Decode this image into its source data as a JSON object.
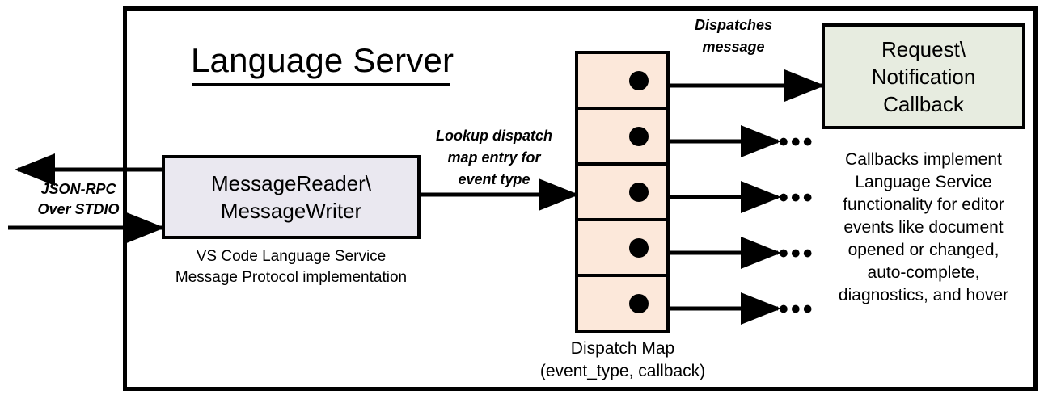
{
  "diagram": {
    "title": "Language Server",
    "title_underlined": true,
    "outer_frame_label": "Language Server boundary"
  },
  "external_io": {
    "label": "JSON-RPC\nOver STDIO",
    "inbound_arrow": "arrow-right-into-message-reader",
    "outbound_arrow": "arrow-left-out-of-language-server"
  },
  "message_component": {
    "title": "MessageReader\\\nMessageWriter",
    "caption": "VS Code Language Service\nMessage Protocol implementation",
    "fill_color": "#eae8f0",
    "border_color": "#000000"
  },
  "lookup_edge": {
    "label": "Lookup dispatch\nmap entry for\nevent type"
  },
  "dispatch_map": {
    "caption": "Dispatch Map\n(event_type, callback)",
    "fill_color": "#fce8da",
    "border_color": "#000000",
    "row_count": 5,
    "rows": [
      {
        "marker": "callback-dot",
        "target": "Request\\Notification Callback"
      },
      {
        "marker": "callback-dot",
        "target": "..."
      },
      {
        "marker": "callback-dot",
        "target": "..."
      },
      {
        "marker": "callback-dot",
        "target": "..."
      },
      {
        "marker": "callback-dot",
        "target": "..."
      }
    ]
  },
  "dispatch_edge": {
    "label": "Dispatches\nmessage"
  },
  "callback_component": {
    "title": "Request\\\nNotification\nCallback",
    "caption": "Callbacks implement\nLanguage Service\nfunctionality for editor\nevents like document\nopened or changed,\nauto-complete,\ndiagnostics, and hover",
    "fill_color": "#e7ece0",
    "border_color": "#000000"
  },
  "ellipses": {
    "glyph": "•••",
    "count": 4
  }
}
